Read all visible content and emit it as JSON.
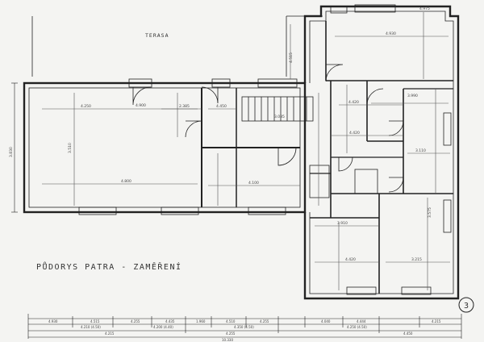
{
  "plan": {
    "terrace_label": "TERASA",
    "title": "PŮDORYS PATRA - ZAMĚŘENÍ",
    "sheet_number": "3",
    "dims": {
      "top_right": "4.930",
      "room1_w": "4.250",
      "room1_depth": "3.510",
      "room1_bottom": "4.800",
      "room2_w": "2.385",
      "room2_bottom": "4.100",
      "door1": "4.900",
      "door2": "4.450",
      "stair_w": "3.035",
      "ne_room_w": "3.990",
      "mid_w": "4.420",
      "mid_w2": "4.420",
      "right_w": "3.110",
      "lower_left_w": "3.910",
      "lower_mid_w": "4.420",
      "lower_right_w": "3.215",
      "side_h": "3.575",
      "bottom_left": "4.215",
      "bottom_mid": "4.255",
      "bottom_right": "4.450",
      "total": "10.330",
      "left_height": "3.830",
      "chain": [
        "4.930",
        "4.515",
        "4.255",
        "4.435",
        "1.960",
        "4.510",
        "4.255",
        "4.040",
        "4.444",
        "4.215"
      ],
      "chain_sub": [
        "4.210 (4.50)",
        "4.200 (4.40)",
        "4.350 (4.50)",
        "4.250 (4.50)"
      ],
      "top_dim_a": "4.515",
      "top_dim_b": "4.975"
    }
  }
}
